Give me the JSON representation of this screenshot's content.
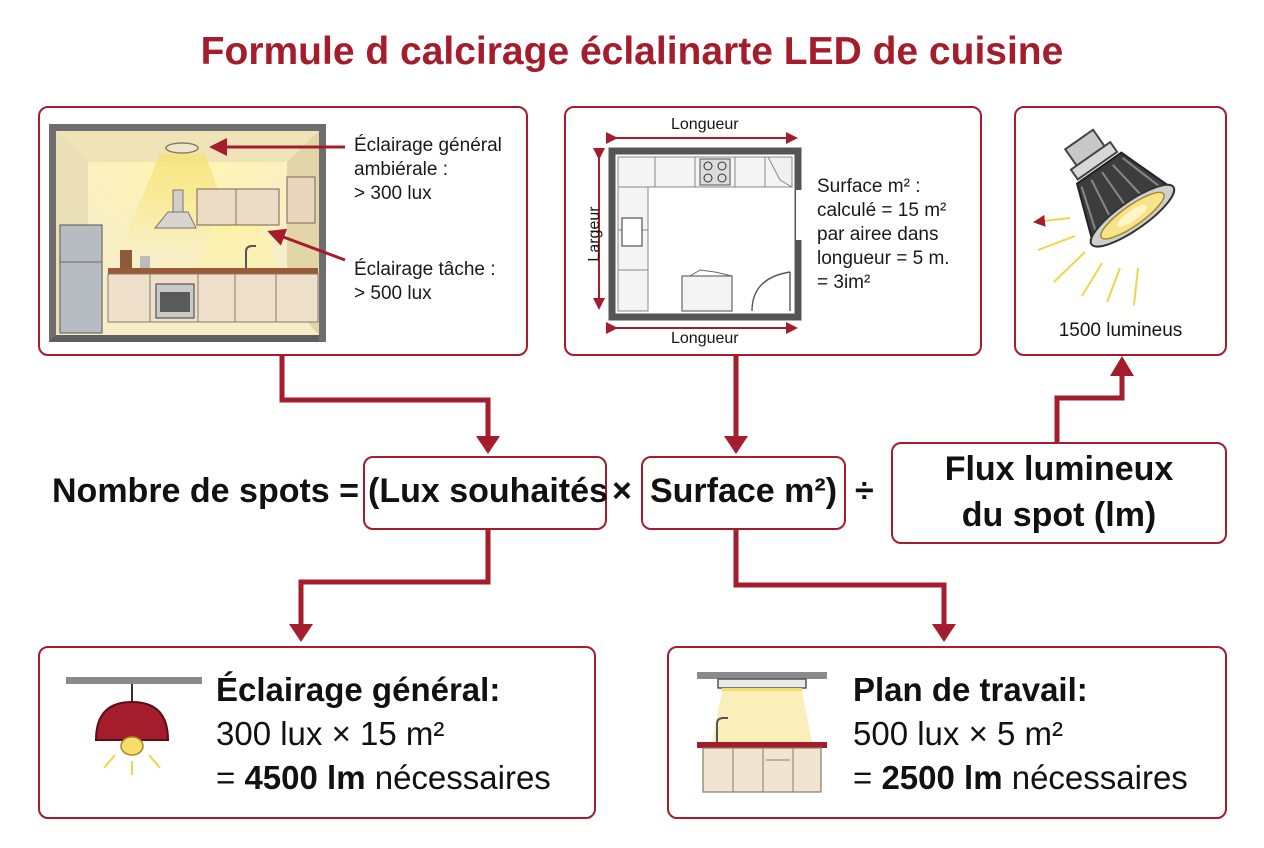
{
  "title": "Formule d calcirage éclalinarte LED de cuisine",
  "kitchen_panel": {
    "general_label": "Éclairage général",
    "general_label2": "ambiérale :",
    "general_value": "> 300 lux",
    "task_label": "Éclairage tâche :",
    "task_value": "> 500 lux"
  },
  "plan_panel": {
    "length_top": "Longueur",
    "length_bottom": "Longueur",
    "width": "Largeur",
    "note_line1": "Surface m² :",
    "note_line2": "calculé = 15 m²",
    "note_line3": "par airee dans",
    "note_line4": "longueur = 5  m.",
    "note_line5": "= 3im²"
  },
  "spot_panel": {
    "caption": "1500 lumineus"
  },
  "formula": {
    "lhs": "Nombre de spots =",
    "term1": "(Lux souhaités",
    "times": "×",
    "term2": "Surface m²)",
    "divide": "÷",
    "term3_line1": "Flux lumineux",
    "term3_line2": "du spot (lm)"
  },
  "result_general": {
    "heading": "Éclairage général:",
    "calc": "300 lux × 15 m²",
    "prefix": "= ",
    "value": "4500 lm",
    "suffix": " nécessaires"
  },
  "result_work": {
    "heading": "Plan de travail:",
    "calc": "500 lux × 5 m²",
    "prefix": "= ",
    "value": "2500 lm",
    "suffix": " nécessaires"
  },
  "colors": {
    "accent": "#a51d2d",
    "light": "#f5df6a",
    "pendant": "#a51d2d"
  },
  "icons": [
    "kitchen-illustration",
    "floor-plan",
    "led-spot-icon",
    "pendant-lamp-icon",
    "counter-light-icon",
    "arrow-icon"
  ]
}
